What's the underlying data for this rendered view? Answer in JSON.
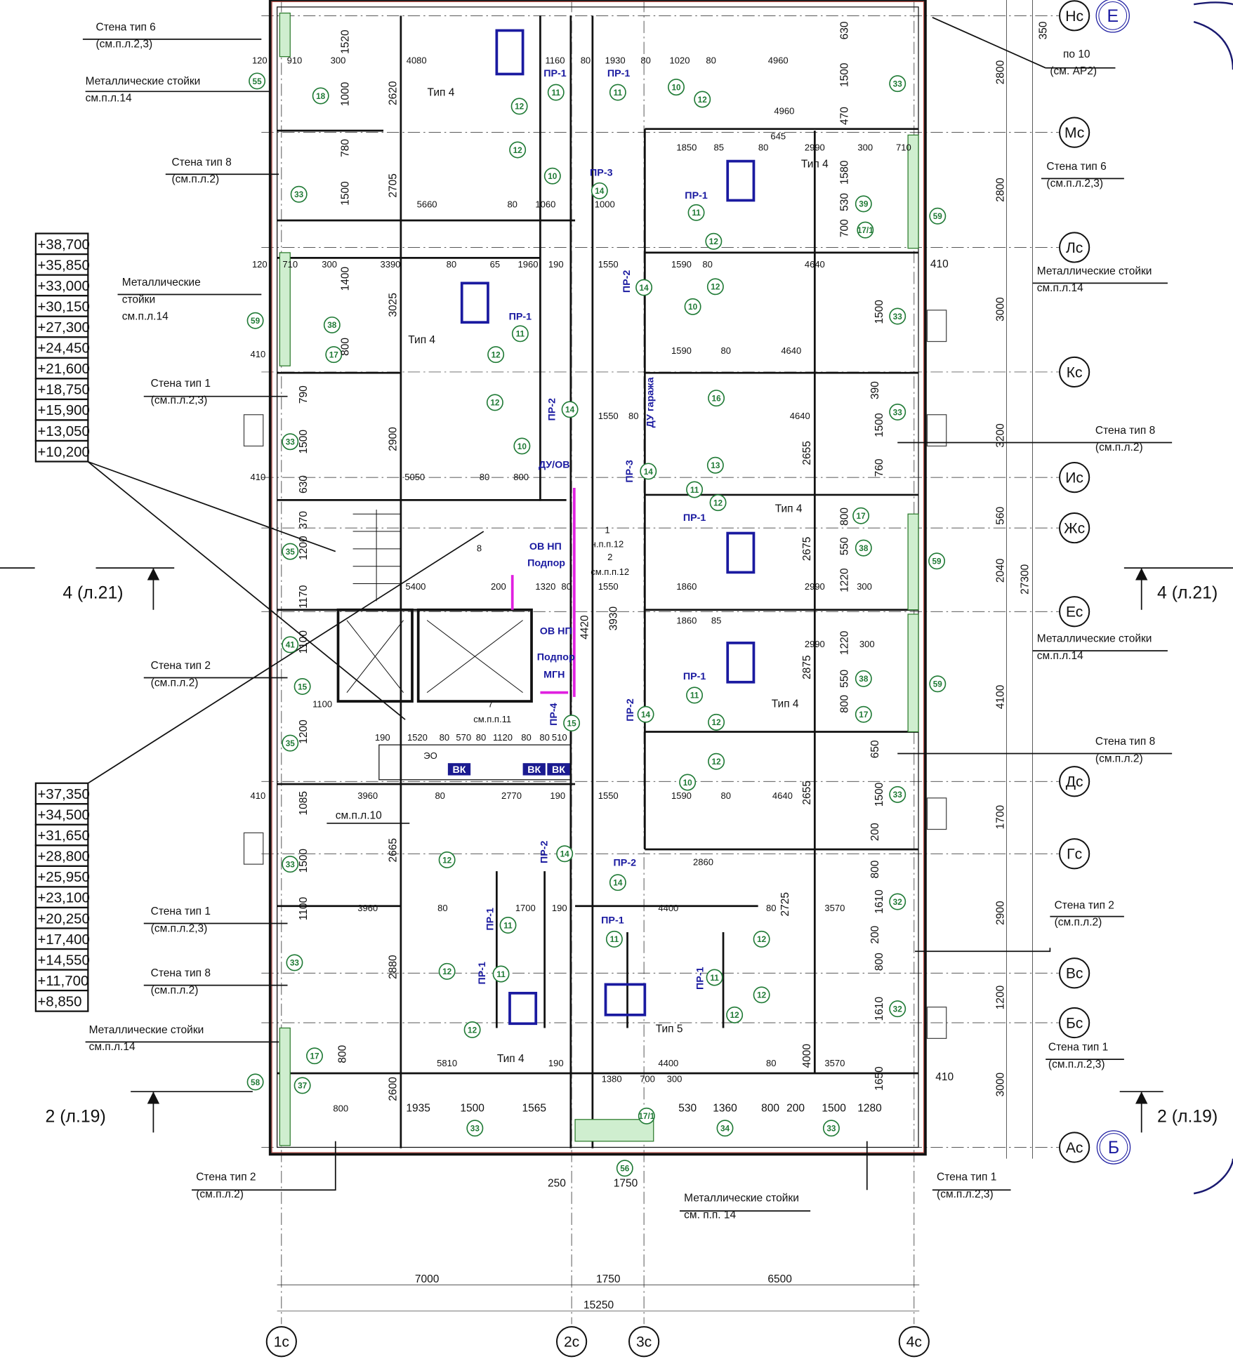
{
  "drawing": {
    "rows": [
      "Нс",
      "Мс",
      "Лс",
      "Кс",
      "Ис",
      "Жс",
      "Ес",
      "Дс",
      "Гс",
      "Вс",
      "Бс",
      "Ас"
    ],
    "columns": [
      "1с",
      "2с",
      "3с",
      "4с"
    ],
    "block_marks": [
      "Е",
      "Б"
    ],
    "right_dims": [
      "2800",
      "2800",
      "3000",
      "3200",
      "560",
      "2040",
      "4100",
      "1700",
      "2900",
      "1200",
      "3000"
    ],
    "total_height_dim": "27300",
    "top_offset_dim": "350",
    "bottom_dims": [
      "7000",
      "1750",
      "6500"
    ],
    "total_width_dim": "15250",
    "sections": [
      "4 (л.21)",
      "4 (л.21)",
      "2 (л.19)",
      "2 (л.19)"
    ],
    "elevations_upper": [
      "+38,700",
      "+35,850",
      "+33,000",
      "+30,150",
      "+27,300",
      "+24,450",
      "+21,600",
      "+18,750",
      "+15,900",
      "+13,050",
      "+10,200"
    ],
    "elevations_lower": [
      "+37,350",
      "+34,500",
      "+31,650",
      "+28,800",
      "+25,950",
      "+23,100",
      "+20,250",
      "+17,400",
      "+14,550",
      "+11,700",
      "+8,850"
    ],
    "callouts": [
      [
        "Стена тип 6",
        "(см.п.л.2,3)"
      ],
      [
        "Металлические стойки",
        "см.п.л.14"
      ],
      [
        "Стена тип 8",
        "(см.п.л.2)"
      ],
      [
        "Металлические",
        "стойки",
        "см.п.л.14"
      ],
      [
        "Стена тип 1",
        "(см.п.л.2,3)"
      ],
      [
        "Стена тип 2",
        "(см.п.л.2)"
      ],
      [
        "Стена тип 1",
        "(см.п.л.2,3)"
      ],
      [
        "Стена тип 8",
        "(см.п.л.2)"
      ],
      [
        "Металлические стойки",
        "см.п.л.14"
      ],
      [
        "Стена тип 2",
        "(см.п.л.2)"
      ],
      [
        "по 10",
        "(см. АР2)"
      ],
      [
        "Стена тип 6",
        "(см.п.л.2,3)"
      ],
      [
        "Металлические стойки",
        "см.п.л.14"
      ],
      [
        "Стена тип 8",
        "(см.п.л.2)"
      ],
      [
        "Металлические стойки",
        "см.п.л.14"
      ],
      [
        "Стена тип 8",
        "(см.п.л.2)"
      ],
      [
        "Стена тип 2",
        "(см.п.л.2)"
      ],
      [
        "Стена тип 1",
        "(см.п.л.2,3)"
      ],
      [
        "Стена тип 1",
        "(см.п.л.2,3)"
      ],
      [
        "Металлические стойки",
        "см. п.п. 14"
      ],
      [
        "см.п.л.10"
      ]
    ],
    "blue_labels": [
      "ПР-1",
      "ПР-1",
      "ПР-1",
      "ПР-1",
      "ПР-1",
      "ПР-1",
      "ПР-1",
      "ПР-1",
      "ПР-1",
      "ПР-1",
      "ПР-2",
      "ПР-2",
      "ПР-2",
      "ПР-2",
      "ПР-2",
      "ПР-3",
      "ПР-3",
      "ПР-4",
      "ОВ НП",
      "Подпор",
      "ОВ НП",
      "Подпор",
      "МГН",
      "ДУ/ОВ",
      "ДУ гаража",
      "ВК",
      "ВК",
      "ВК"
    ],
    "type_labels": [
      "Тип 4",
      "Тип 4",
      "Тип 4",
      "Тип 4",
      "Тип 4",
      "Тип 4",
      "Тип 5",
      "ЭО",
      "8",
      "7",
      "1",
      "н.п.п.12",
      "2",
      "см.п.п.12",
      "см.п.п.11"
    ],
    "rooms": [
      "55",
      "18",
      "33",
      "59",
      "38",
      "17",
      "33",
      "35",
      "41",
      "15",
      "35",
      "33",
      "33",
      "58",
      "37",
      "17",
      "12",
      "12",
      "10",
      "14",
      "11",
      "11",
      "10",
      "12",
      "33",
      "11",
      "12",
      "39",
      "17/1",
      "59",
      "12",
      "14",
      "10",
      "11",
      "12",
      "12",
      "14",
      "16",
      "33",
      "10",
      "14",
      "11",
      "13",
      "12",
      "17",
      "38",
      "59",
      "33",
      "33",
      "38",
      "17",
      "59",
      "14",
      "11",
      "12",
      "12",
      "10",
      "15",
      "14",
      "14",
      "12",
      "12",
      "11",
      "11",
      "11",
      "11",
      "12",
      "12",
      "12",
      "12",
      "32",
      "32",
      "33",
      "34",
      "33",
      "17/1",
      "56"
    ],
    "dims": [
      "120",
      "910",
      "300",
      "4080",
      "1160",
      "80",
      "1930",
      "80",
      "1020",
      "80",
      "4960",
      "4960",
      "1850",
      "85",
      "80",
      "645",
      "2990",
      "300",
      "710",
      "5660",
      "80",
      "1060",
      "1000",
      "300",
      "3390",
      "80",
      "65",
      "1960",
      "190",
      "1550",
      "1590",
      "80",
      "4640",
      "120",
      "710",
      "1590",
      "80",
      "4640",
      "1550",
      "80",
      "4640",
      "5050",
      "80",
      "800",
      "410",
      "5400",
      "200",
      "1320",
      "80",
      "1550",
      "1860",
      "2990",
      "300",
      "1860",
      "85",
      "2990",
      "300",
      "1100",
      "190",
      "1520",
      "80",
      "570",
      "80",
      "1120",
      "80",
      "80",
      "510",
      "3960",
      "80",
      "2770",
      "190",
      "1550",
      "1590",
      "80",
      "4640",
      "410",
      "2860",
      "3960",
      "80",
      "1700",
      "190",
      "4400",
      "80",
      "3570",
      "5810",
      "190",
      "4400",
      "80",
      "3570",
      "1380",
      "700",
      "300",
      "800",
      "1935",
      "1500",
      "1565",
      "530",
      "1360",
      "800",
      "200",
      "1500",
      "1280",
      "250",
      "1750",
      "410",
      "410",
      "410"
    ],
    "vdims": [
      "1520",
      "1000",
      "780",
      "1500",
      "1400",
      "800",
      "790",
      "1500",
      "630",
      "370",
      "1200",
      "1170",
      "1100",
      "1200",
      "1085",
      "1500",
      "1100",
      "800",
      "630",
      "1500",
      "470",
      "1580",
      "530",
      "700",
      "1500",
      "390",
      "1500",
      "760",
      "800",
      "550",
      "1220",
      "1220",
      "550",
      "800",
      "650",
      "1500",
      "200",
      "800",
      "1610",
      "200",
      "800",
      "1610",
      "1650",
      "2620",
      "2705",
      "3025",
      "2900",
      "2665",
      "2880",
      "2600",
      "4420",
      "3930",
      "2655",
      "2675",
      "2875",
      "2655",
      "2725",
      "4000"
    ]
  }
}
